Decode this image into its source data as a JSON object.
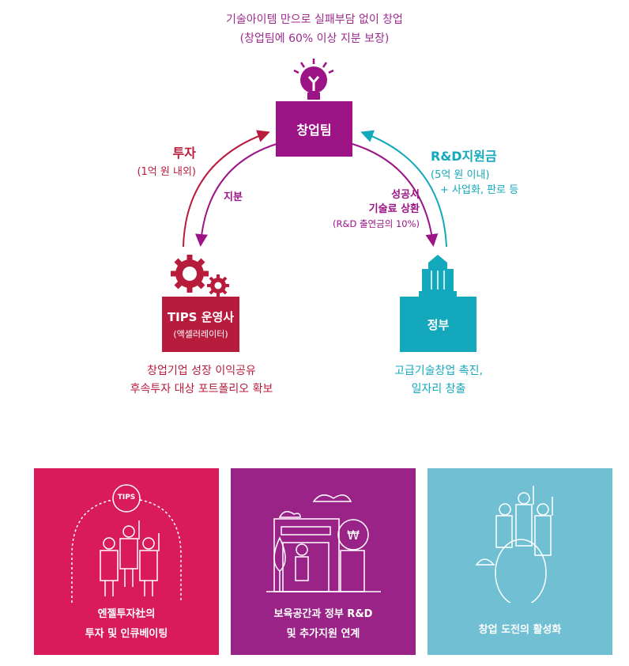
{
  "headline": {
    "line1": "기술아이템 만으로 실패부담 없이 창업",
    "line2": "(창업팀에 60% 이상 지분 보장)"
  },
  "nodes": {
    "team": {
      "label": "창업팀",
      "color": "#9c1386"
    },
    "operator": {
      "label": "TIPS 운영사",
      "sub": "(액셀러레이터)",
      "color": "#b81c3d",
      "desc1": "창업기업 성장 이익공유",
      "desc2": "후속투자 대상 포트폴리오 확보"
    },
    "gov": {
      "label": "정부",
      "color": "#13a8bc",
      "desc1": "고급기술창업 촉진,",
      "desc2": "일자리 창출"
    }
  },
  "flows": {
    "invest": {
      "title": "투자",
      "sub": "(1억 원 내외)"
    },
    "equity": {
      "title": "지분"
    },
    "royalty": {
      "line1": "성공시",
      "line2": "기술료 상환",
      "sub": "(R&D 출연금의 10%)"
    },
    "rnd": {
      "title": "R&D지원금",
      "sub1": "(5억 원 이내)",
      "sub2": "+ 사업화, 판로 등"
    }
  },
  "cards": [
    {
      "badge": "TIPS",
      "line1": "엔젤투자社의",
      "line2": "투자 및 인큐베이팅",
      "color": "#d91b5b",
      "icon": "team-in-dome-icon"
    },
    {
      "line1": "보육공간과 정부 R&D",
      "line2": "및 추가지원 연계",
      "color": "#9a2388",
      "icon": "building-won-icon"
    },
    {
      "line1": "창업 도전의 활성화",
      "color": "#70bfd2",
      "icon": "people-on-globe-icon"
    }
  ]
}
